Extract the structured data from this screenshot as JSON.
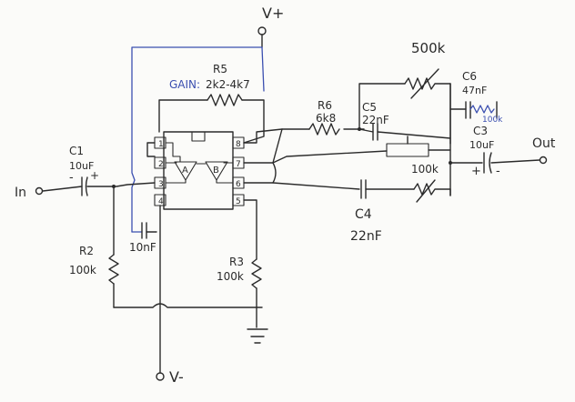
{
  "colors": {
    "ink": "#2b2b2b",
    "blue_ink": "#3b4fb0",
    "paper": "#fbfbf9"
  },
  "labels": {
    "vplus": "V+",
    "vminus": "V-",
    "input": "In",
    "output": "Out",
    "gain": "GAIN:",
    "r5_name": "R5",
    "r5_value": "2k2-4k7",
    "r6_name": "R6",
    "r6_value": "6k8",
    "r5_pot": "500k",
    "c5_name": "C5",
    "c5_value": "22nF",
    "c6_name": "C6",
    "c6_value": "47nF",
    "c6_alt": "100k",
    "c3_name": "C3",
    "c3_value": "10uF",
    "c1_name": "C1",
    "c1_value": "10uF",
    "c4_name": "C4",
    "c4_value": "22nF",
    "pot100k_mid": "100k",
    "r2_name": "R2",
    "r2_value": "100k",
    "r3_name": "R3",
    "r3_value": "100k",
    "cap_bypass": "10nF",
    "c1_plus": "+",
    "c3_plus": "+",
    "c1_minus": "-",
    "c3_minus": "-",
    "pin1": "1",
    "pin2": "2",
    "pin3": "3",
    "pin4": "4",
    "pin5": "5",
    "pin6": "6",
    "pin7": "7",
    "pin8": "8",
    "opamp_a": "A",
    "opamp_b": "B"
  }
}
